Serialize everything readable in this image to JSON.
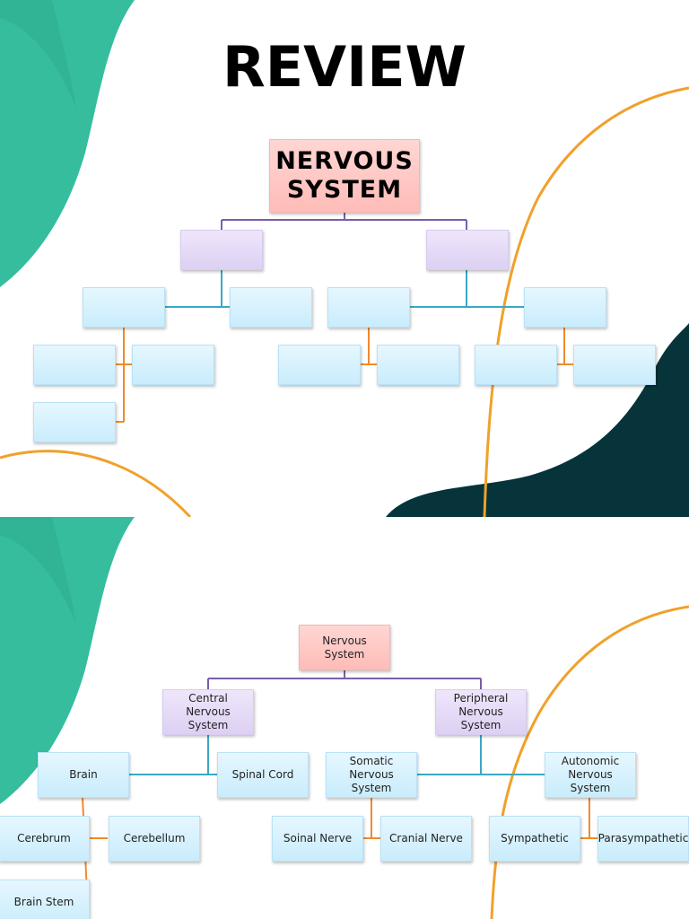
{
  "slide1": {
    "title": "REVIEW",
    "root_label": "NERVOUS SYSTEM"
  },
  "slide2": {
    "root": "Nervous System",
    "level1": [
      "Central Nervous System",
      "Peripheral Nervous System"
    ],
    "cns_children": [
      "Brain",
      "Spinal Cord"
    ],
    "pns_children": [
      "Somatic Nervous System",
      "Autonomic Nervous System"
    ],
    "brain_children": [
      "Cerebrum",
      "Cerebellum",
      "Brain Stem"
    ],
    "somatic_children": [
      "Soinal Nerve",
      "Cranial Nerve"
    ],
    "autonomic_children": [
      "Sympathetic",
      "Parasympathetic"
    ]
  },
  "colors": {
    "teal": "#35bd9e",
    "dark_teal": "#06343a",
    "orange_line": "#f0a12a",
    "purple_connector": "#7a5ea8",
    "blue_connector": "#3aa8c4",
    "orange_connector": "#f08a2a"
  }
}
